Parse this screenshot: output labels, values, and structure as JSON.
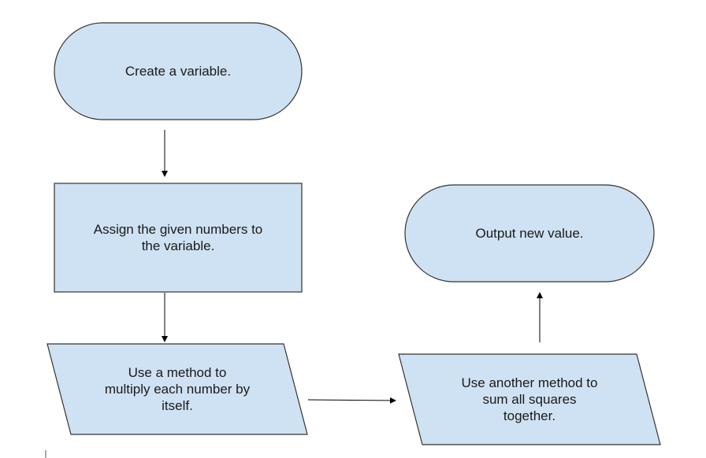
{
  "diagram": {
    "colors": {
      "fill": "#cfe2f3",
      "stroke": "#333333",
      "arrow": "#000000",
      "background": "#ffffff"
    },
    "nodes": [
      {
        "id": "create-variable",
        "shape": "terminator",
        "text": "Create a variable."
      },
      {
        "id": "assign-numbers",
        "shape": "process",
        "lines": [
          "Assign the given numbers to",
          "the variable."
        ]
      },
      {
        "id": "multiply-each",
        "shape": "input-output",
        "lines": [
          "Use a method to",
          "multiply each number by",
          "itself."
        ]
      },
      {
        "id": "sum-squares",
        "shape": "input-output",
        "lines": [
          "Use another method to",
          "sum all squares",
          "together."
        ]
      },
      {
        "id": "output-value",
        "shape": "terminator",
        "text": "Output new value."
      }
    ],
    "edges": [
      {
        "from": "create-variable",
        "to": "assign-numbers"
      },
      {
        "from": "assign-numbers",
        "to": "multiply-each"
      },
      {
        "from": "multiply-each",
        "to": "sum-squares"
      },
      {
        "from": "sum-squares",
        "to": "output-value"
      }
    ]
  }
}
